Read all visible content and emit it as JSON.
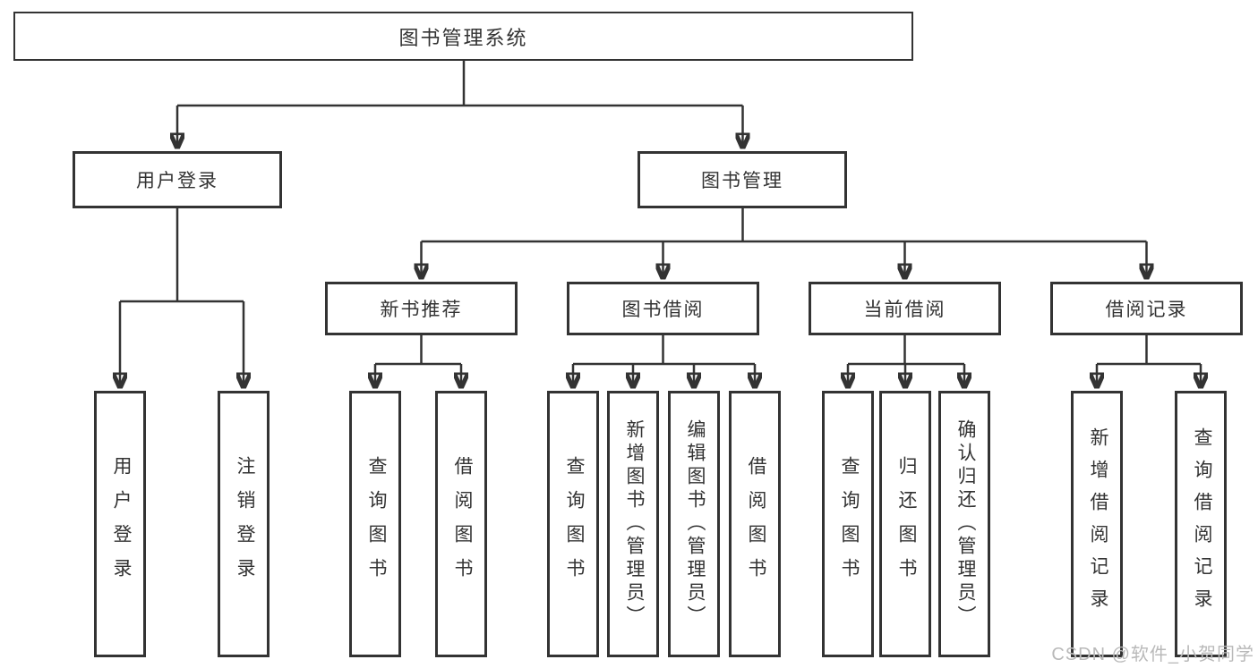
{
  "diagram": {
    "root": {
      "label": "图书管理系统"
    },
    "branches": [
      {
        "label": "用户登录",
        "children": [
          {
            "label": "用户登录"
          },
          {
            "label": "注销登录"
          }
        ]
      },
      {
        "label": "图书管理",
        "children": [
          {
            "label": "新书推荐",
            "children": [
              {
                "label": "查询图书"
              },
              {
                "label": "借阅图书"
              }
            ]
          },
          {
            "label": "图书借阅",
            "children": [
              {
                "label": "查询图书"
              },
              {
                "label": "新增图书（管理员）"
              },
              {
                "label": "编辑图书（管理员）"
              },
              {
                "label": "借阅图书"
              }
            ]
          },
          {
            "label": "当前借阅",
            "children": [
              {
                "label": "查询图书"
              },
              {
                "label": "归还图书"
              },
              {
                "label": "确认归还（管理员）"
              }
            ]
          },
          {
            "label": "借阅记录",
            "children": [
              {
                "label": "新增借阅记录"
              },
              {
                "label": "查询借阅记录"
              }
            ]
          }
        ]
      }
    ],
    "watermark": "CSDN @软件_小贺同学",
    "colors": {
      "line": "#333333",
      "box_border": "#333333",
      "text": "#333333",
      "watermark_text": "#b9b9b9",
      "background": "#ffffff"
    }
  }
}
